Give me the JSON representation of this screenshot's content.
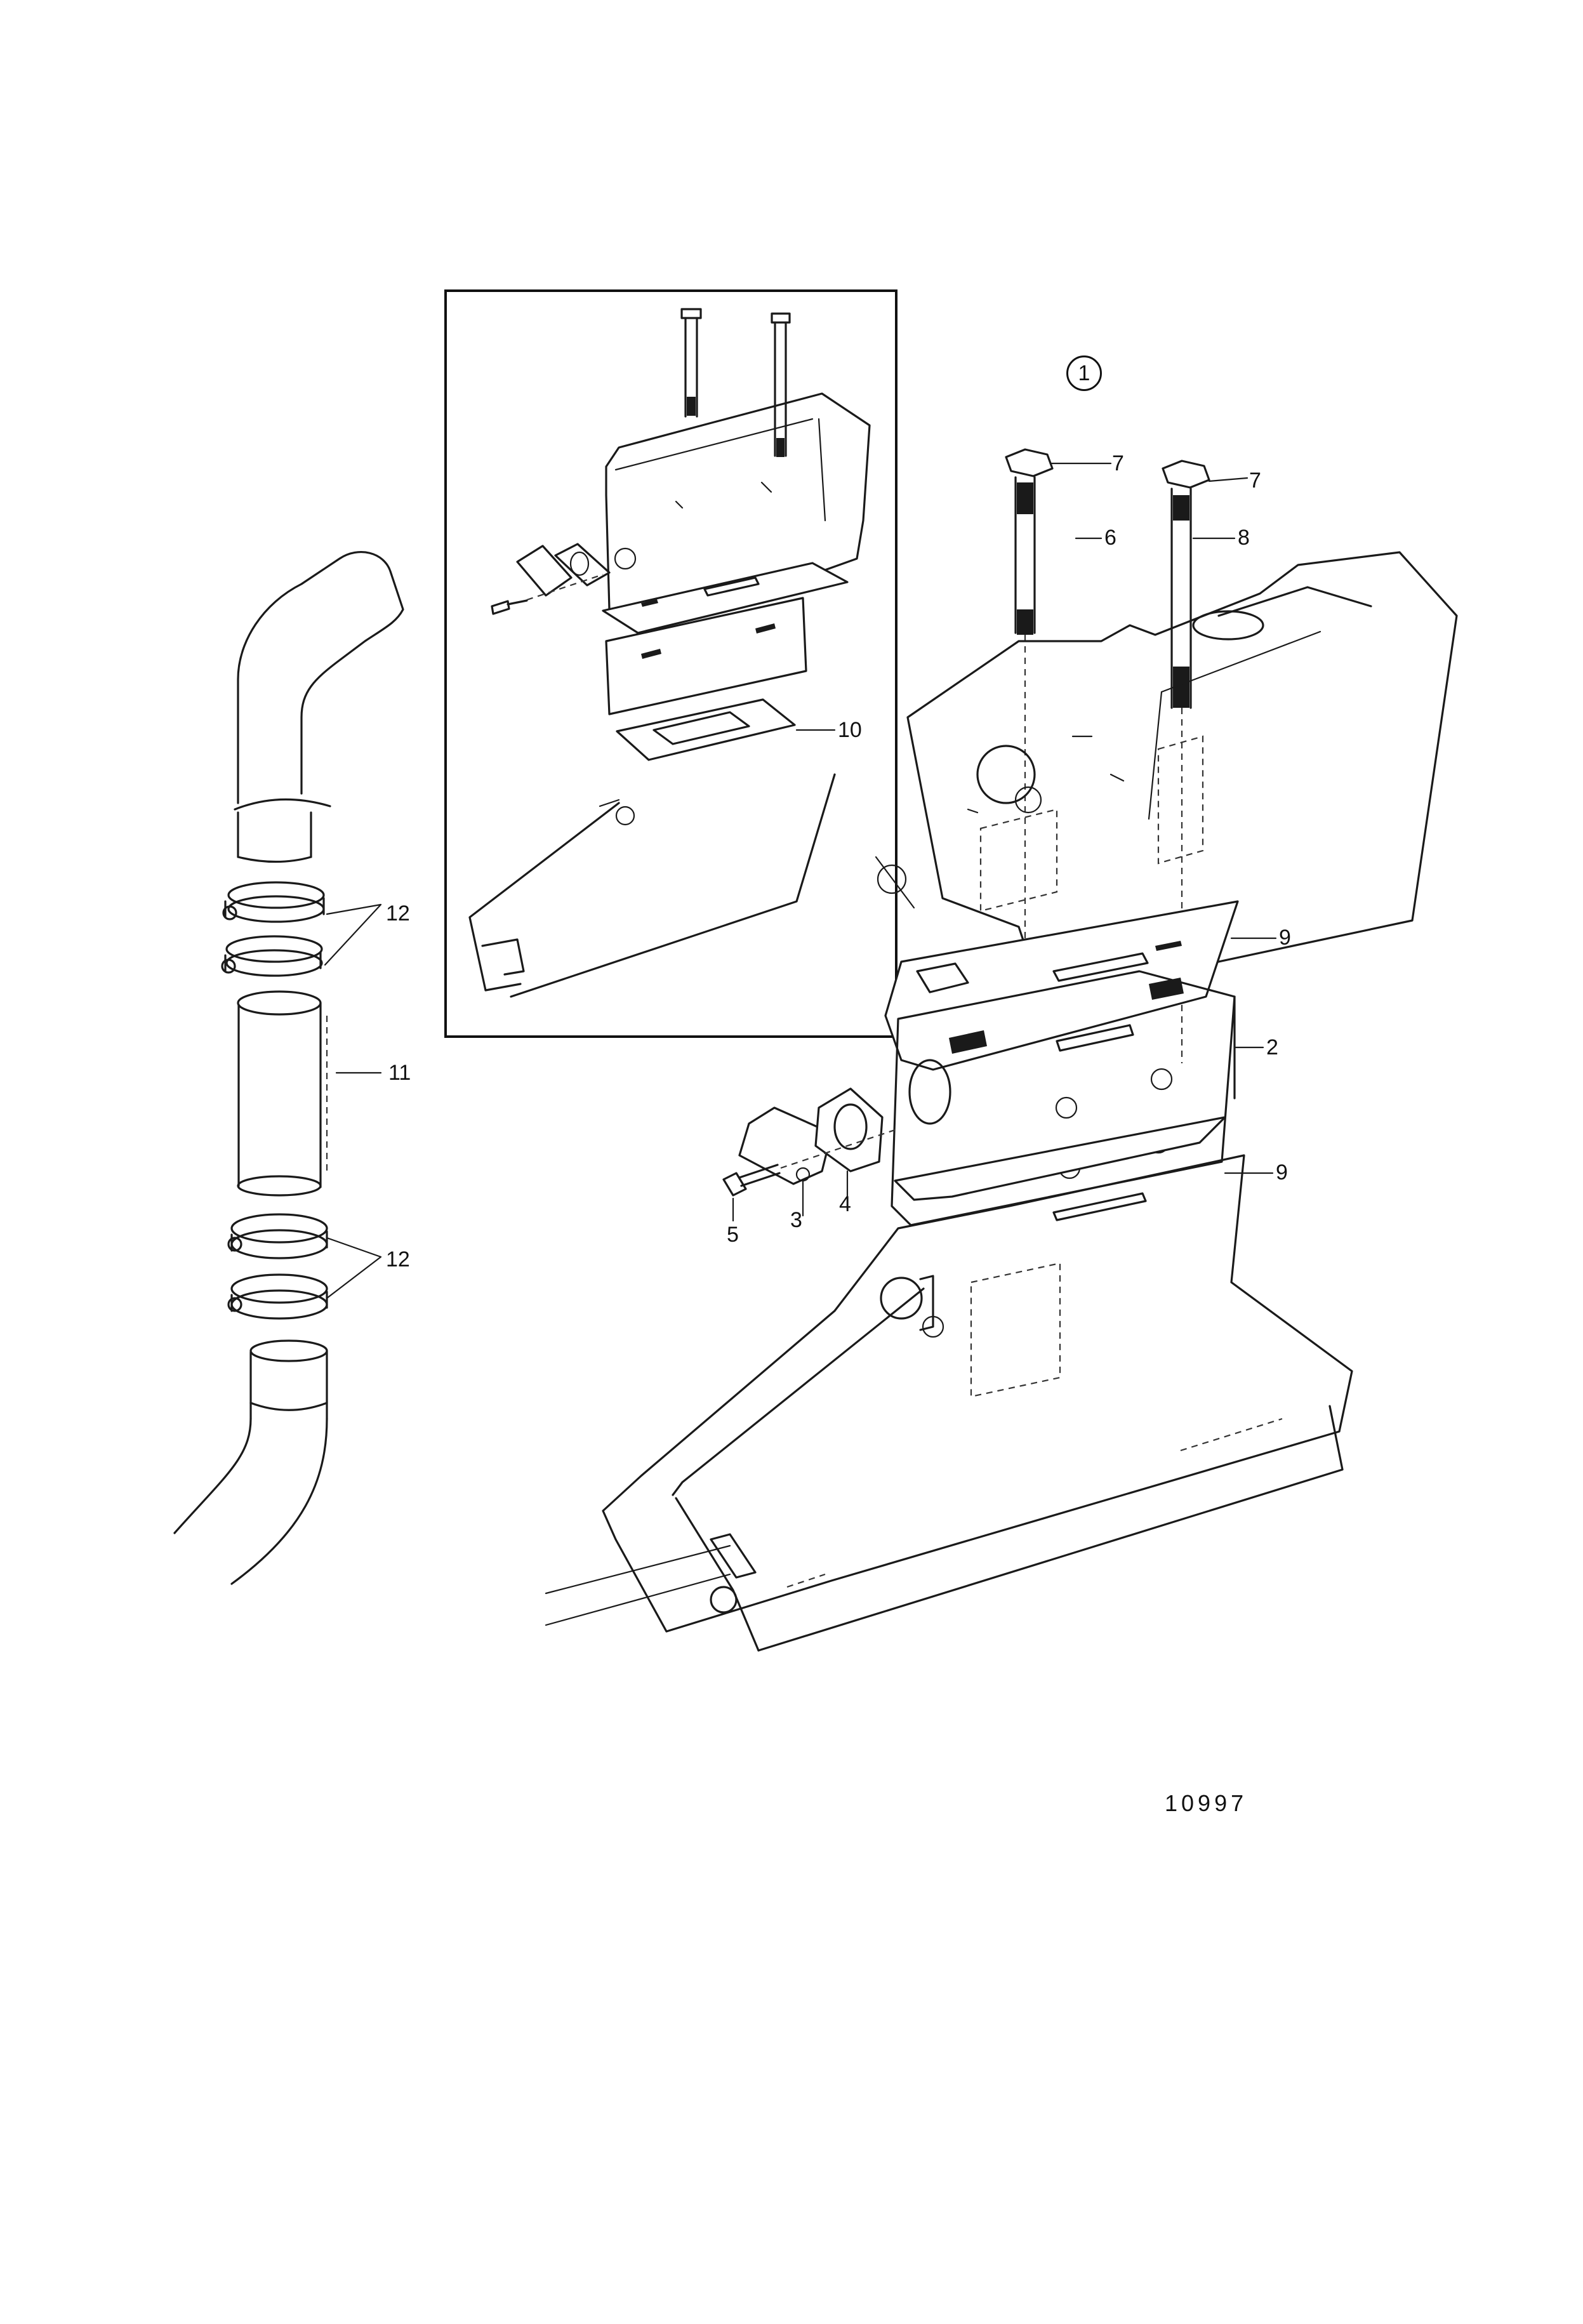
{
  "callouts": {
    "ref_circle": "1",
    "l2": "2",
    "l3": "3",
    "l4": "4",
    "l5": "5",
    "l6": "6",
    "l7a": "7",
    "l7b": "7",
    "l8": "8",
    "l9a": "9",
    "l9b": "9",
    "l10": "10",
    "l11": "11",
    "l12a": "12",
    "l12b": "12"
  },
  "figure_number": "10997",
  "icons": [
    "exhaust-elbow",
    "riser",
    "hose",
    "hose-clamp",
    "gasket",
    "stud",
    "nut",
    "cover-plate",
    "screw",
    "inset-detail"
  ]
}
